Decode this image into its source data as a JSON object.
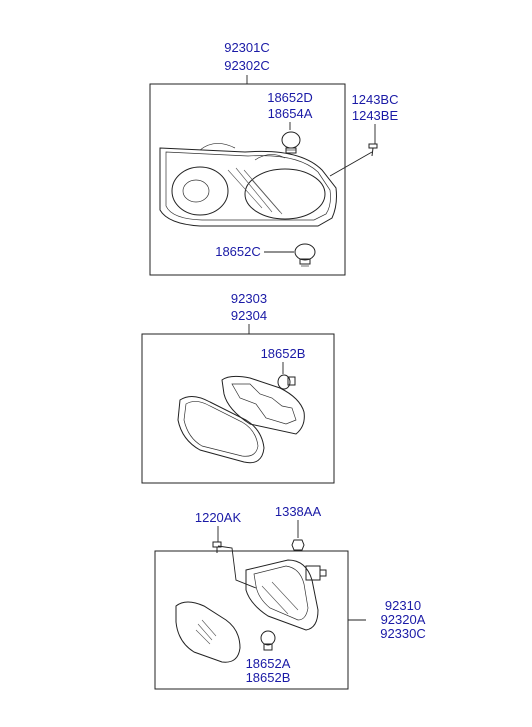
{
  "groups": [
    {
      "id": "headlamp",
      "assembly_labels": [
        "92301C",
        "92302C"
      ],
      "bulbs": [
        {
          "label_lines": [
            "18652D",
            "18654A"
          ]
        },
        {
          "label_lines": [
            "18652C"
          ]
        }
      ],
      "screw_labels": [
        "1243BC",
        "1243BE"
      ]
    },
    {
      "id": "fog-lamp",
      "assembly_labels": [
        "92303",
        "92304"
      ],
      "bulb_label": "18652B"
    },
    {
      "id": "side-marker",
      "bolt_label": "1220AK",
      "nut_label": "1338AA",
      "assembly_labels": [
        "92310",
        "92320A",
        "92330C"
      ],
      "bulb_labels": [
        "18652A",
        "18652B"
      ]
    }
  ],
  "colors": {
    "label": "#1a1aa6",
    "line": "#222222",
    "background": "#ffffff"
  }
}
